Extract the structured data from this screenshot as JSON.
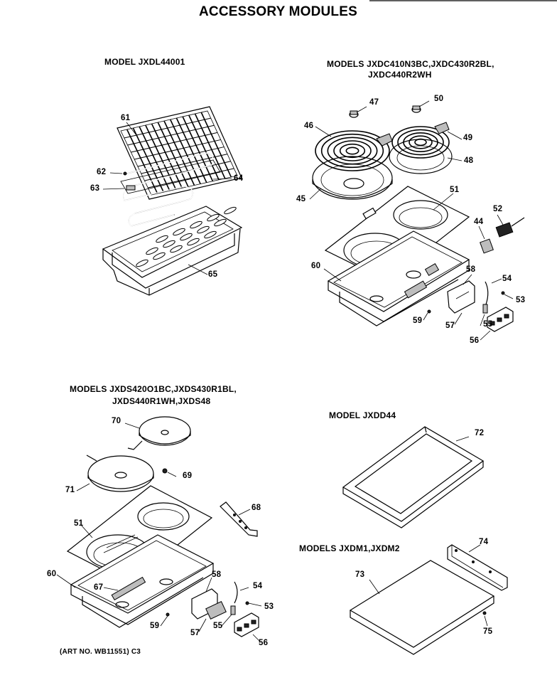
{
  "title": "ACCESSORY MODULES",
  "sections": {
    "grill": {
      "heading": "MODEL JXDL44001",
      "labels": {
        "p61": "61",
        "p62": "62",
        "p63": "63",
        "p64": "64",
        "p65": "65"
      }
    },
    "coil": {
      "heading_line1": "MODELS JXDC410N3BC,JXDC430R2BL,",
      "heading_line2": "JXDC440R2WH",
      "labels": {
        "p44": "44",
        "p45": "45",
        "p46": "46",
        "p47": "47",
        "p48": "48",
        "p49": "49",
        "p50": "50",
        "p51": "51",
        "p52": "52",
        "p53": "53",
        "p54": "54",
        "p55": "55",
        "p56": "56",
        "p57": "57",
        "p58": "58",
        "p59": "59",
        "p60": "60"
      }
    },
    "solid": {
      "heading_line1": "MODELS JXDS420O1BC,JXDS430R1BL,",
      "heading_line2": "JXDS440R1WH,JXDS48",
      "labels": {
        "p51": "51",
        "p53": "53",
        "p54": "54",
        "p55": "55",
        "p56": "56",
        "p57": "57",
        "p58": "58",
        "p59": "59",
        "p60": "60",
        "p67": "67",
        "p68": "68",
        "p69": "69",
        "p70": "70",
        "p71": "71"
      }
    },
    "griddle": {
      "heading": "MODEL JXDD44",
      "labels": {
        "p72": "72"
      }
    },
    "cover": {
      "heading": "MODELS JXDM1,JXDM2",
      "labels": {
        "p73": "73",
        "p74": "74",
        "p75": "75"
      }
    }
  },
  "art_number": "(ART NO. WB11551) C3"
}
